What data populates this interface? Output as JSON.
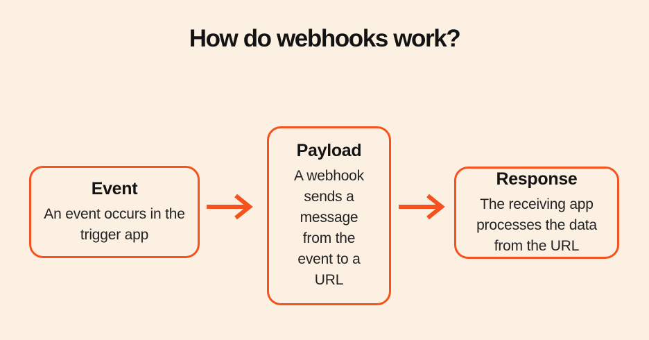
{
  "page": {
    "background_color": "#FCF0E3",
    "accent_color": "#F5521D",
    "text_color": "#1B1B1B"
  },
  "title": "How do webhooks work?",
  "diagram": {
    "steps": [
      {
        "heading": "Event",
        "body": "An event occurs in the trigger app"
      },
      {
        "heading": "Payload",
        "body": "A webhook sends a message from the event to a URL"
      },
      {
        "heading": "Response",
        "body": "The receiving app processes the data from the URL"
      }
    ],
    "connectors": [
      {
        "icon": "right-arrow-icon"
      },
      {
        "icon": "right-arrow-icon"
      }
    ]
  }
}
